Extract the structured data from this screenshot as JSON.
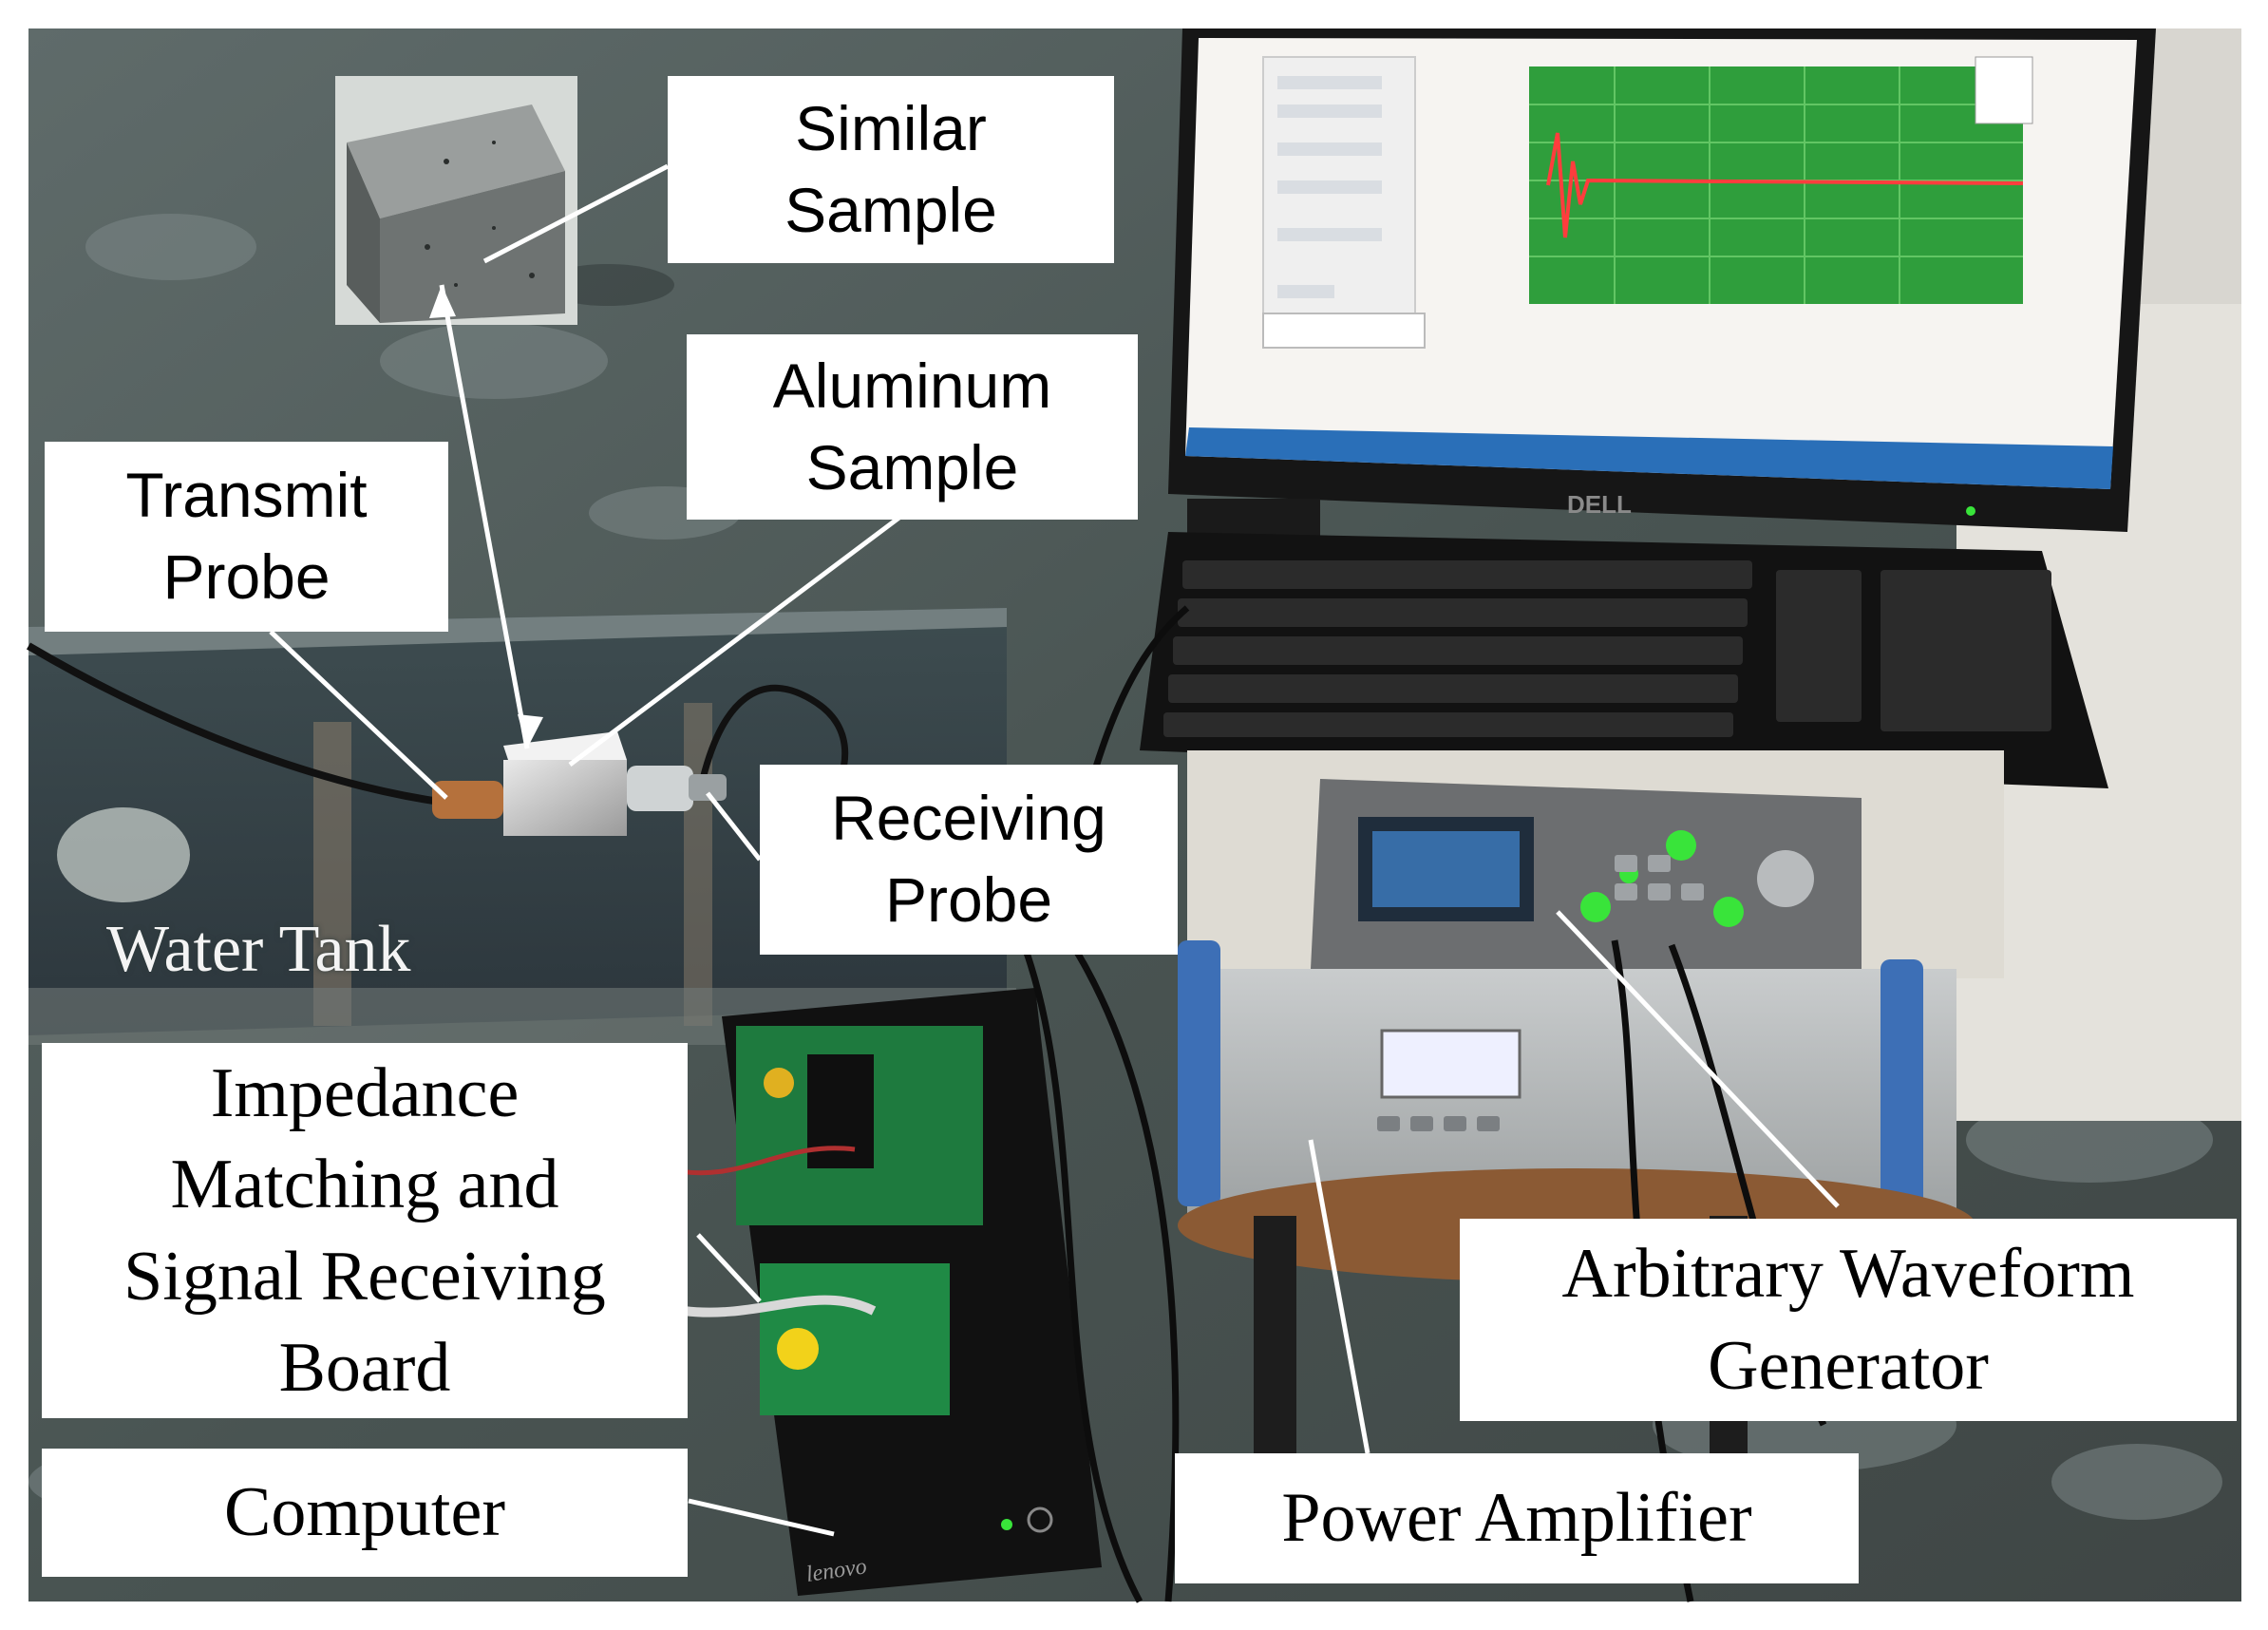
{
  "labels": {
    "similar_sample": [
      "Similar",
      "Sample"
    ],
    "aluminum_sample": [
      "Aluminum",
      "Sample"
    ],
    "transmit_probe": [
      "Transmit",
      "Probe"
    ],
    "receiving_probe": [
      "Receiving",
      "Probe"
    ],
    "water_tank": "Water Tank",
    "impedance_board": [
      "Impedance",
      "Matching and",
      "Signal Receiving",
      "Board"
    ],
    "computer": "Computer",
    "waveform_generator": [
      "Arbitrary Waveform",
      "Generator"
    ],
    "power_amplifier": "Power Amplifier"
  },
  "photo_text": {
    "monitor_brand": "DELL",
    "pc_brand": "lenovo"
  },
  "colors": {
    "waveform_screen": "#2f9e3c",
    "led_green": "#39e43a",
    "label_background": "#ffffff"
  }
}
